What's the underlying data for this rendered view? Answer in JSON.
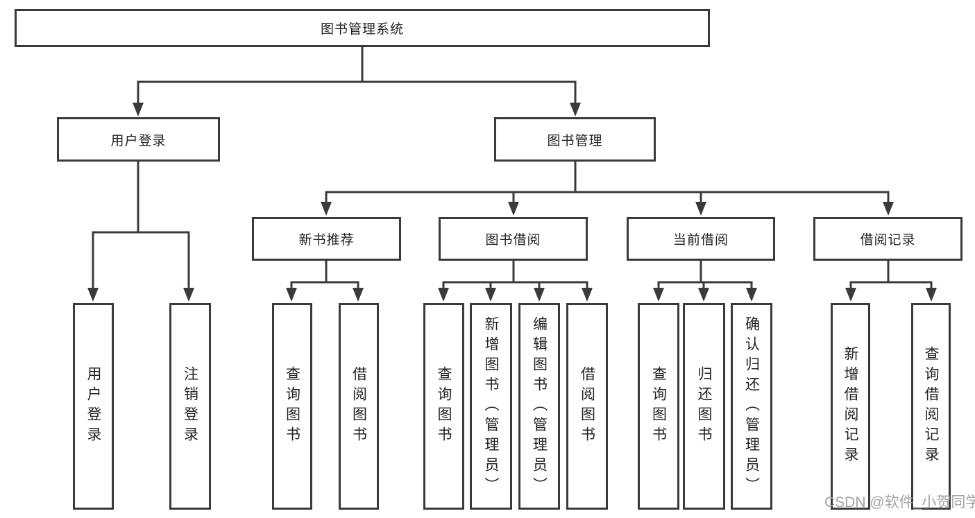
{
  "title": "图书管理系统",
  "watermark": "CSDN @软件_小贺同学",
  "colors": {
    "line": "#3a3a3a",
    "box_border": "#3a3a3a",
    "text": "#222222",
    "watermark": "#a3a3a3",
    "background": "#ffffff"
  },
  "tree": {
    "root": {
      "label": "图书管理系统"
    },
    "branches": [
      {
        "label": "用户登录",
        "children": [
          {
            "label": "用户登录"
          },
          {
            "label": "注销登录"
          }
        ]
      },
      {
        "label": "图书管理",
        "children": [
          {
            "label": "新书推荐",
            "children": [
              {
                "label": "查询图书"
              },
              {
                "label": "借阅图书"
              }
            ]
          },
          {
            "label": "图书借阅",
            "children": [
              {
                "label": "查询图书"
              },
              {
                "label": "新增图书（管理员）"
              },
              {
                "label": "编辑图书（管理员）"
              },
              {
                "label": "借阅图书"
              }
            ]
          },
          {
            "label": "当前借阅",
            "children": [
              {
                "label": "查询图书"
              },
              {
                "label": "归还图书"
              },
              {
                "label": "确认归还（管理员）"
              }
            ]
          },
          {
            "label": "借阅记录",
            "children": [
              {
                "label": "新增借阅记录"
              },
              {
                "label": "查询借阅记录"
              }
            ]
          }
        ]
      }
    ]
  }
}
